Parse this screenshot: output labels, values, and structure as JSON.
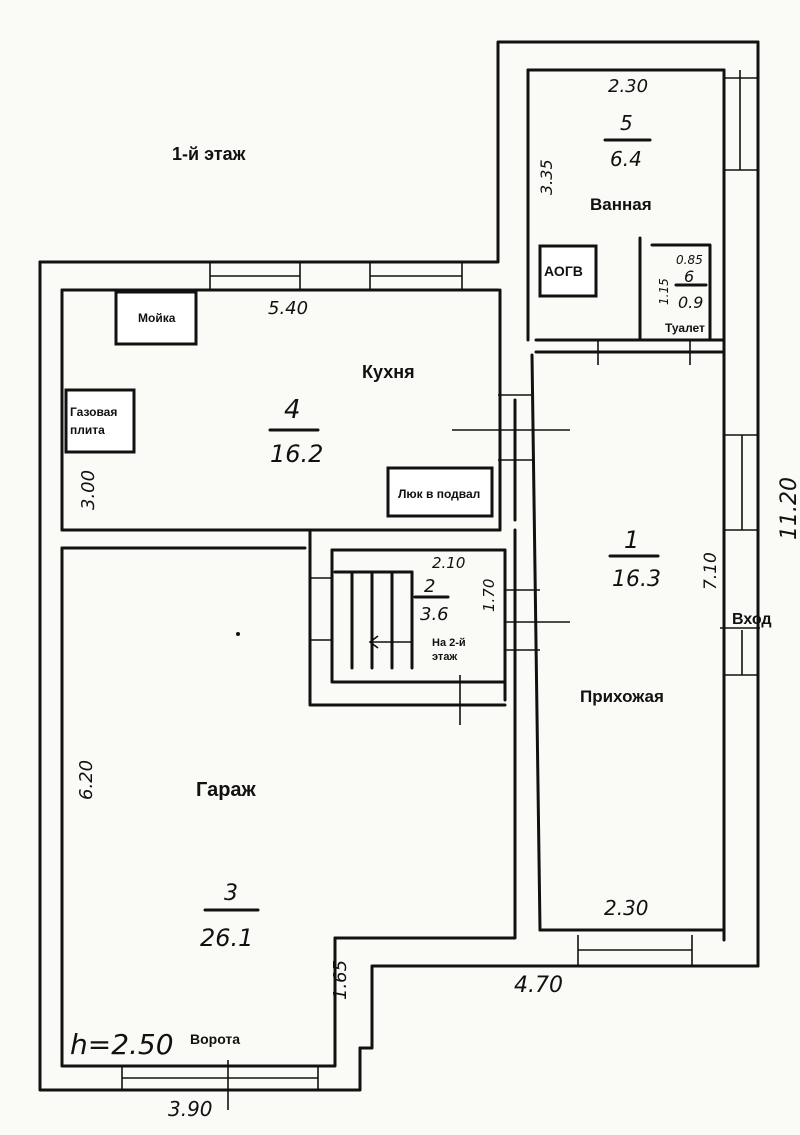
{
  "floor_title": "1-й этаж",
  "ceiling_height": "h=2.50",
  "total_length": "11.20",
  "rooms": {
    "bathroom": {
      "name": "Ванная",
      "number": "5",
      "area": "6.4",
      "dim_w": "2.30",
      "dim_h": "3.35"
    },
    "toilet": {
      "name": "Туалет",
      "number": "6",
      "area": "0.9",
      "dim_w": "0.85",
      "dim_h": "1.15"
    },
    "kitchen": {
      "name": "Кухня",
      "number": "4",
      "area": "16.2",
      "dim_w": "5.40",
      "dim_h": "3.00"
    },
    "stairs": {
      "number": "2",
      "area": "3.6",
      "dim_w": "2.10",
      "dim_h": "1.70",
      "label": "На 2-й этаж"
    },
    "hallway": {
      "name": "Прихожая",
      "number": "1",
      "area": "16.3",
      "dim_w": "2.30",
      "dim_h": "7.10"
    },
    "garage": {
      "name": "Гараж",
      "number": "3",
      "area": "26.1",
      "dim_h": "6.20",
      "dim_w": "3.90",
      "dim_step": "1.65"
    }
  },
  "fixtures": {
    "sink": "Мойка",
    "gas_stove": "Газовая плита",
    "boiler": "АОГВ",
    "cellar_hatch": "Люк в подвал",
    "entrance": "Вход",
    "gate": "Ворота"
  },
  "outer_dim_bottom": "4.70"
}
